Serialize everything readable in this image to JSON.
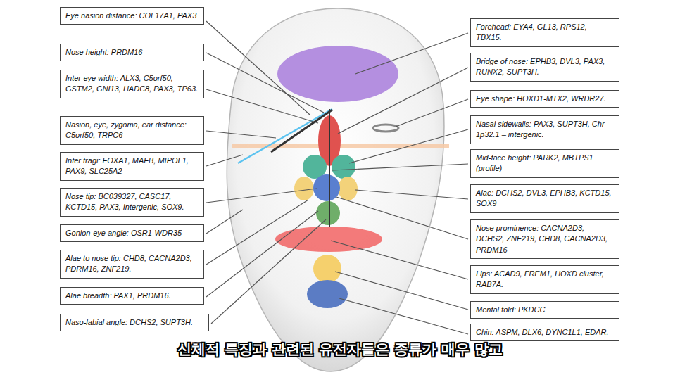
{
  "diagram": {
    "caption": "신체적 특징과 관련된 유전자들은 종류가 매우 많고",
    "nodes": [
      {
        "text": [
          "Eye nasion distance: COL17A1, PAX3"
        ]
      },
      {
        "text": [
          "Nose height: PRDM16"
        ]
      },
      {
        "text": [
          "Inter-eye width: ALX3, C5orf50, GSTM2, GNI13, HADC8, PAX3, TP63."
        ]
      },
      {
        "text": [
          "Nasion, eye, zygoma, ear distance: C5orf50, TRPC6"
        ]
      },
      {
        "text": [
          "Inter tragi: FOXA1, MAFB, MIPOL1, PAX9, SLC25A2"
        ]
      },
      {
        "text": [
          "Nose tip: BC039327, CASC17, KCTD15, PAX3, Intergenic, SOX9."
        ]
      },
      {
        "text": [
          "Gonion-eye angle: OSR1-WDR35"
        ]
      },
      {
        "text": [
          "Alae to nose tip: CHD8, CACNA2D3, PDRM16, ZNF219."
        ]
      },
      {
        "text": [
          "Alae breadth: PAX1, PRDM16."
        ]
      },
      {
        "text": [
          "Naso-labial angle: DCHS2, SUPT3H."
        ]
      },
      {
        "text": [
          "Forehead: EYA4, GL13, RPS12, TBX15."
        ]
      },
      {
        "text": [
          "Bridge of nose: EPHB3, DVL3, PAX3, RUNX2, SUPT3H."
        ]
      },
      {
        "text": [
          "Eye shape: HOXD1-MTX2, WRDR27."
        ]
      },
      {
        "text": [
          "Nasal sidewalls: PAX3, SUPT3H, Chr 1p32.1 – intergenic."
        ]
      },
      {
        "text": [
          "Mid-face height: PARK2, MBTPS1 (profile)"
        ]
      },
      {
        "text": [
          "Alae: DCHS2, DVL3, EPHB3, KCTD15, SOX9"
        ]
      },
      {
        "text": [
          "Nose prominence: CACNA2D3, DCHS2, ZNF219, CHD8, CACNA2D3, PRDM16"
        ]
      },
      {
        "text": [
          "Lips: ACAD9, FREM1, HOXD cluster, RAB7A."
        ]
      },
      {
        "text": [
          "Mental fold: PKDCC"
        ]
      },
      {
        "text": [
          "Chin: ASPM, DLX6, DYNC1L1, EDAR."
        ]
      }
    ]
  }
}
